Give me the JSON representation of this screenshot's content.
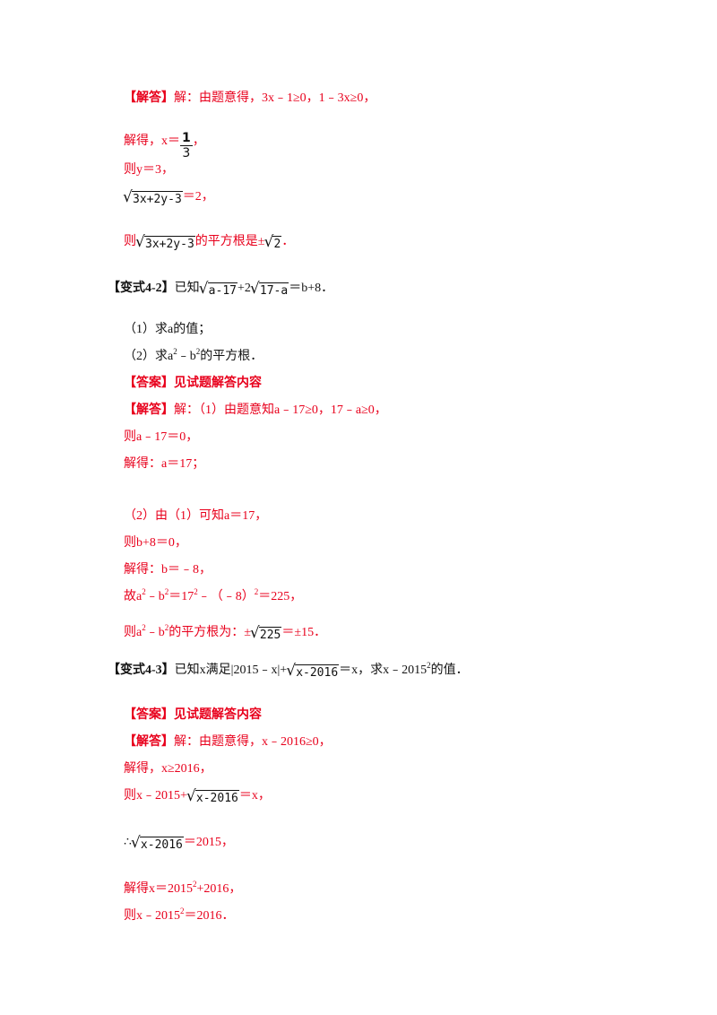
{
  "colors": {
    "answer": "#e8001c",
    "question": "#111111"
  },
  "part1": {
    "l1_tag": "【解答】",
    "l1_text": "解：由题意得，3x﹣1≥0，1﹣3x≥0，",
    "l2_pre": "解得，x＝",
    "l2_num": "1",
    "l2_den": "3",
    "l2_post": "，",
    "l3": "则y＝3，",
    "l4_rad": "3x+2y-3",
    "l4_post": "＝2，",
    "l5_pre": "则",
    "l5_rad": "3x+2y-3",
    "l5_mid": "的平方根是±",
    "l5_rad2": "2",
    "l5_post": "．"
  },
  "q42": {
    "tag": "【变式4-2】",
    "pre": "已知",
    "rad1": "a-17",
    "mid": "+2",
    "rad2": "17-a",
    "post": "＝b+8．",
    "sub1": "（1）求a的值；",
    "sub2_pre": "（2）求a",
    "sub2_mid": "﹣b",
    "sub2_post": "的平方根．",
    "sup": "2"
  },
  "ans42": {
    "l1": "【答案】见试题解答内容",
    "l2_tag": "【解答】",
    "l2_text": "解：（1）由题意知a﹣17≥0，17﹣a≥0，",
    "l3": "则a﹣17＝0，",
    "l4": "解得：a＝17；",
    "l5": "（2）由（1）可知a＝17，",
    "l6": "则b+8＝0，",
    "l7": "解得：b＝﹣8，",
    "l8_a": "故a",
    "l8_b": "﹣b",
    "l8_c": "＝17",
    "l8_d": "﹣（﹣8）",
    "l8_e": "＝225，",
    "l9_a": "则a",
    "l9_b": "﹣b",
    "l9_c": "的平方根为：±",
    "l9_rad": "225",
    "l9_post": "＝±15．",
    "sup": "2"
  },
  "q43": {
    "tag": "【变式4-3】",
    "pre": "已知x满足|2015﹣x|+",
    "rad": "x-2016",
    "mid": "＝x，求x﹣2015",
    "sup": "2",
    "post": "的值．"
  },
  "ans43": {
    "l1": "【答案】见试题解答内容",
    "l2_tag": "【解答】",
    "l2_text": "解：由题意得，x﹣2016≥0，",
    "l3": "解得，x≥2016，",
    "l4_pre": "则x﹣2015+",
    "l4_rad": "x-2016",
    "l4_post": "＝x，",
    "l5_pre": "∴",
    "l5_rad": "x-2016",
    "l5_post": "＝2015，",
    "l6_pre": "解得x＝2015",
    "l6_post": "+2016，",
    "l7_pre": "则x﹣2015",
    "l7_post": "＝2016．",
    "sup": "2"
  }
}
